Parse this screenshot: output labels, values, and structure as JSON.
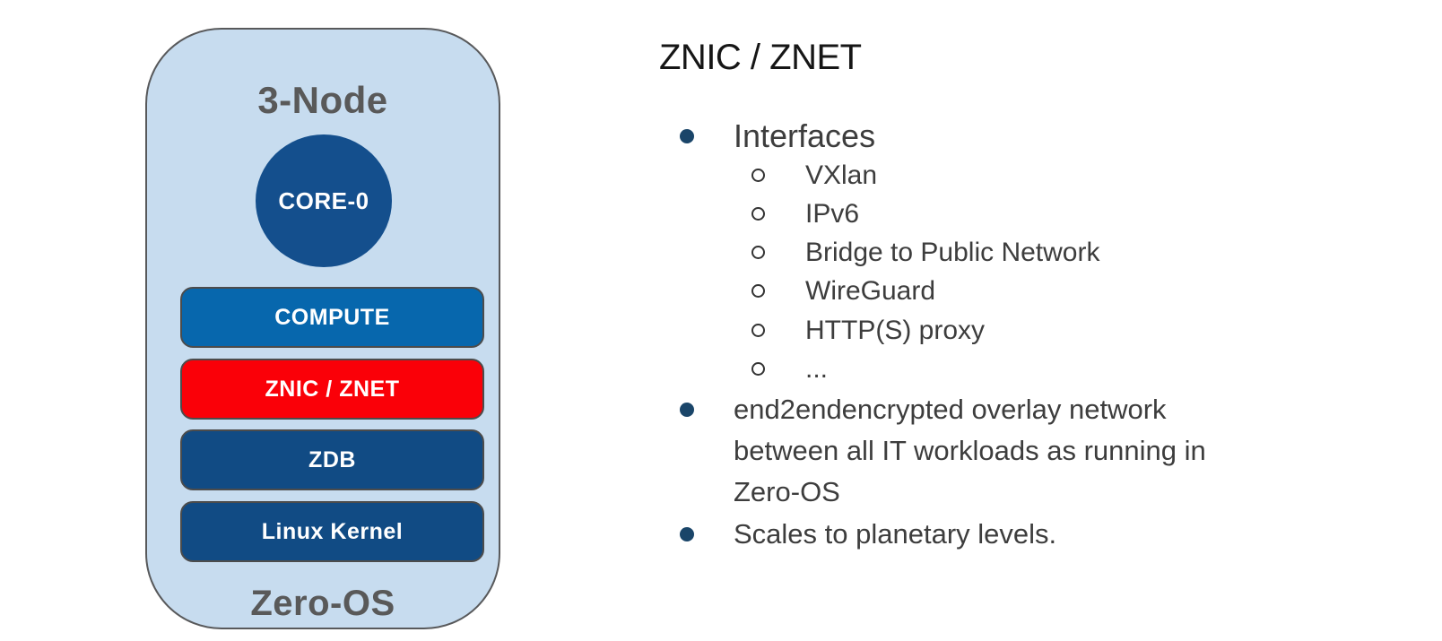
{
  "slide": {
    "background_color": "#ffffff"
  },
  "diagram": {
    "title": "3-Node",
    "core_label": "CORE-0",
    "layers": [
      {
        "label": "COMPUTE",
        "color": "#0767ad"
      },
      {
        "label": "ZNIC / ZNET",
        "color": "#fa0008"
      },
      {
        "label": "ZDB",
        "color": "#114b84"
      },
      {
        "label": "Linux Kernel",
        "color": "#114b84"
      }
    ],
    "footer": "Zero-OS",
    "colors": {
      "container_fill": "#c7dcef",
      "container_border": "#58595b",
      "circle_fill": "#144f8d",
      "title_text": "#595959",
      "layer_text": "#ffffff"
    }
  },
  "content": {
    "heading": "ZNIC / ZNET",
    "bullet_interfaces": "Interfaces",
    "sub_items": [
      "VXlan",
      "IPv6",
      "Bridge to Public Network",
      "WireGuard",
      "HTTP(S) proxy",
      "..."
    ],
    "bullet_overlay_lines": [
      "end2endencrypted overlay network",
      "between all IT workloads as running in",
      "Zero-OS"
    ],
    "bullet_scale": "Scales to planetary levels.",
    "colors": {
      "bullet_dot": "#1a4569",
      "body_text": "#3d3d3d",
      "heading_text": "#161616"
    }
  }
}
